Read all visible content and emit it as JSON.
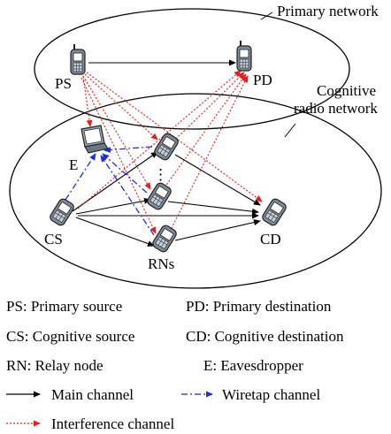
{
  "regions": {
    "primary": "Primary network",
    "cognitive_line1": "Cognitive",
    "cognitive_line2": "radio network"
  },
  "nodes": {
    "ps": "PS",
    "pd": "PD",
    "e": "E",
    "cs": "CS",
    "cd": "CD",
    "rns": "RNs",
    "dots": "⋮"
  },
  "legend": {
    "ps_desc": "PS: Primary source",
    "pd_desc": "PD: Primary destination",
    "cs_desc": "CS: Cognitive source",
    "cd_desc": "CD: Cognitive destination",
    "rn_desc": "RN: Relay node",
    "e_desc": "E: Eavesdropper",
    "main": "Main channel",
    "wiretap": "Wiretap channel",
    "interference": "Interference channel"
  },
  "colors": {
    "main": "#000000",
    "wiretap": "#1f2fd6",
    "interference": "#e0201c"
  }
}
